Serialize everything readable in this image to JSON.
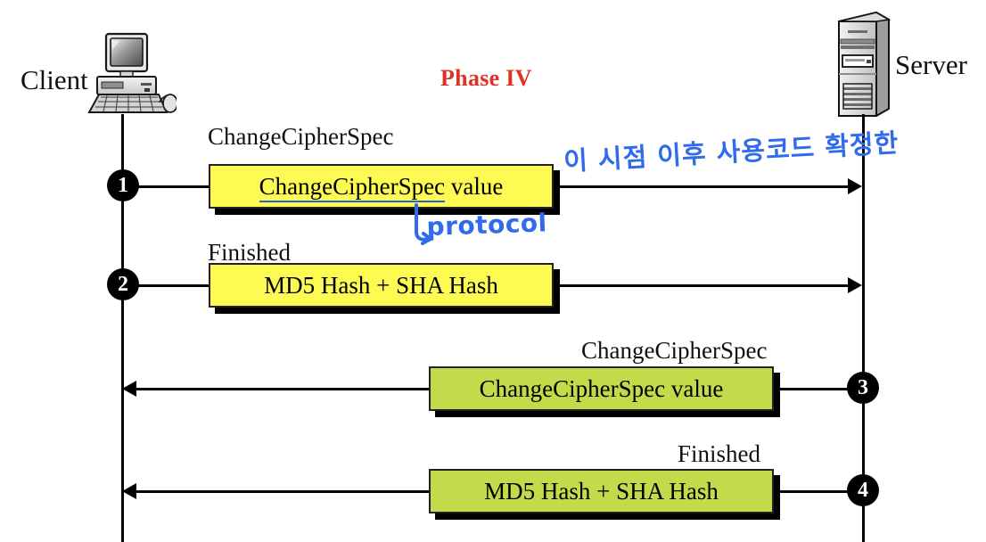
{
  "diagram": {
    "title": "Phase IV",
    "title_color": "#e03127",
    "actors": {
      "client": {
        "label": "Client",
        "icon": "desktop-computer-icon"
      },
      "server": {
        "label": "Server",
        "icon": "server-tower-icon"
      }
    },
    "colors": {
      "client_message_box": "#FCFA53",
      "server_message_box": "#C3DB4A",
      "annotation_ink": "#2f6bea",
      "line": "#000000"
    },
    "messages": [
      {
        "seq": "1",
        "caption": "ChangeCipherSpec",
        "box_text_underlined": "ChangeCipherSpec",
        "box_text_rest": " value",
        "direction": "client-to-server",
        "color": "#FCFA53"
      },
      {
        "seq": "2",
        "caption": "Finished",
        "box_text": "MD5 Hash + SHA Hash",
        "direction": "client-to-server",
        "color": "#FCFA53"
      },
      {
        "seq": "3",
        "caption": "ChangeCipherSpec",
        "box_text": "ChangeCipherSpec value",
        "direction": "server-to-client",
        "color": "#C3DB4A"
      },
      {
        "seq": "4",
        "caption": "Finished",
        "box_text": "MD5 Hash + SHA Hash",
        "direction": "server-to-client",
        "color": "#C3DB4A"
      }
    ],
    "annotations": [
      {
        "name": "korean-note",
        "text": "이 시점 이후 사용코드 확정한"
      },
      {
        "name": "protocol-note",
        "text": "protocol"
      }
    ]
  }
}
